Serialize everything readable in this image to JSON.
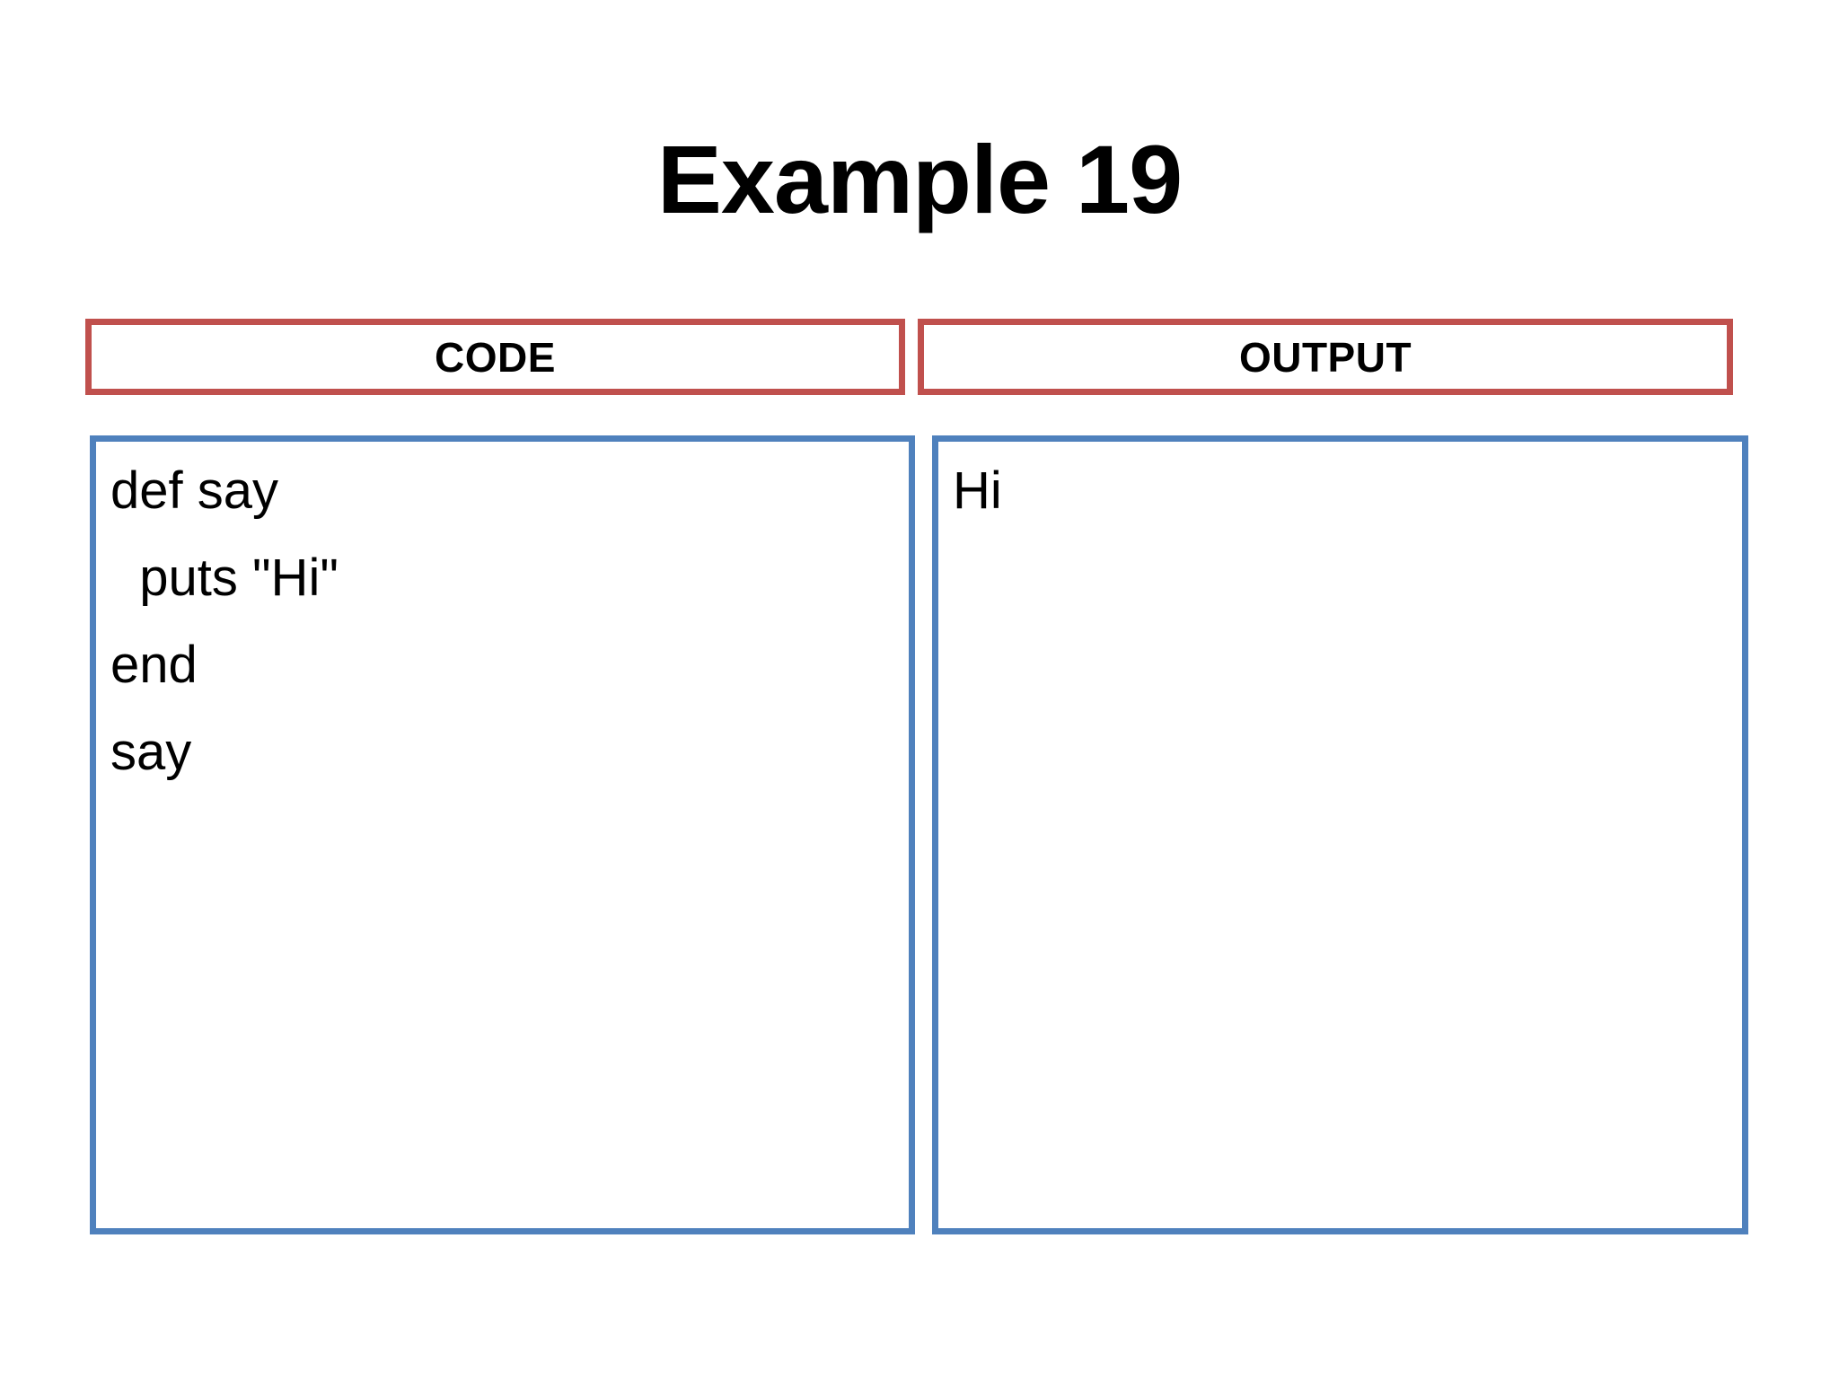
{
  "slide": {
    "title": "Example 19"
  },
  "panels": {
    "code": {
      "header": "CODE",
      "lines": [
        "def say",
        "  puts \"Hi\"",
        "end",
        "say"
      ]
    },
    "output": {
      "header": "OUTPUT",
      "lines": [
        "Hi"
      ]
    }
  },
  "colors": {
    "header_border": "#c0504d",
    "body_border": "#4f81bd",
    "text": "#000000",
    "background": "#ffffff"
  }
}
